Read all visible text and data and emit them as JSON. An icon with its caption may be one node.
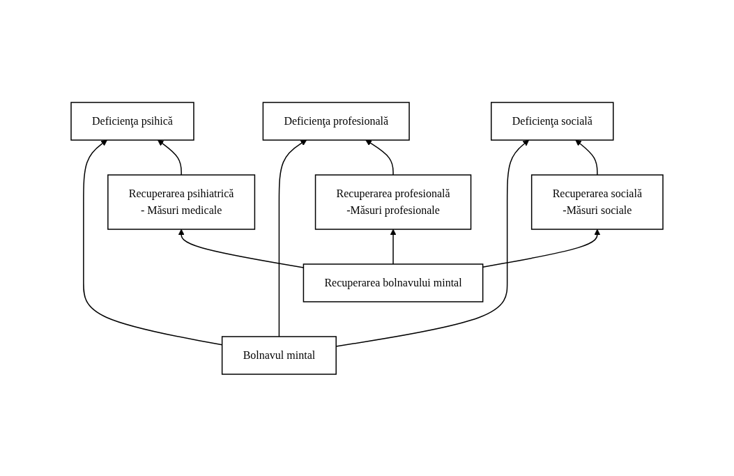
{
  "diagram": {
    "nodes": [
      {
        "text": [
          "Bolnavul mintal"
        ]
      },
      {
        "text": [
          "Deficienţa psihică"
        ]
      },
      {
        "text": [
          "Deficienţa profesională"
        ]
      },
      {
        "text": [
          "Deficienţa socială"
        ]
      },
      {
        "text": [
          "Recuperarea psihiatrică",
          "- Măsuri medicale"
        ]
      },
      {
        "text": [
          "Recuperarea profesională",
          "-Măsuri profesionale"
        ]
      },
      {
        "text": [
          "Recuperarea socială",
          "-Măsuri sociale"
        ]
      },
      {
        "text": [
          "Recuperarea bolnavului mintal"
        ]
      }
    ],
    "edges": [
      {
        "from": 0,
        "to": 1,
        "arrow": "to"
      },
      {
        "from": 0,
        "to": 2,
        "arrow": "to"
      },
      {
        "from": 0,
        "to": 3,
        "arrow": "to"
      },
      {
        "from": 4,
        "to": 1,
        "arrow": "to"
      },
      {
        "from": 5,
        "to": 2,
        "arrow": "to"
      },
      {
        "from": 6,
        "to": 3,
        "arrow": "to"
      },
      {
        "from": 7,
        "to": 4,
        "arrow": "to"
      },
      {
        "from": 7,
        "to": 5,
        "arrow": "to"
      },
      {
        "from": 7,
        "to": 6,
        "arrow": "to"
      }
    ]
  }
}
